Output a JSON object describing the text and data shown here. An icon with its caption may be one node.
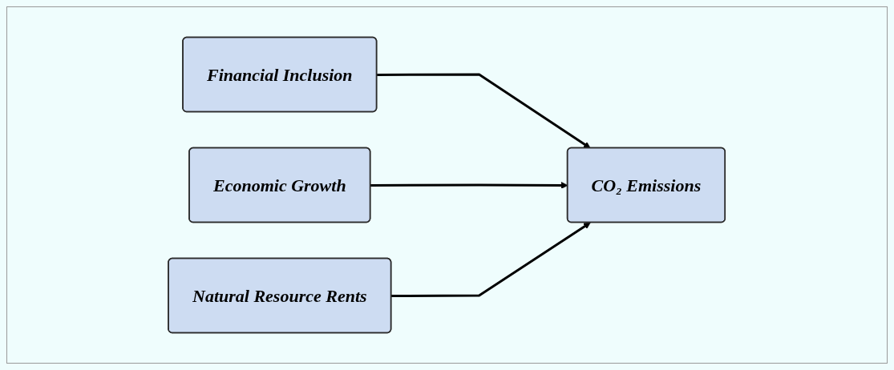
{
  "diagram": {
    "nodes": [
      {
        "text": [
          "Financial Inclusion"
        ]
      },
      {
        "text": [
          "Economic Growth"
        ]
      },
      {
        "text": [
          "Natural Resource Rents"
        ]
      },
      {
        "text": [
          "CO₂ Emissions"
        ]
      }
    ],
    "edges": [
      {
        "from": 0,
        "to": 3,
        "arrow": "to"
      },
      {
        "from": 1,
        "to": 3,
        "arrow": "to"
      },
      {
        "from": 2,
        "to": 3,
        "arrow": "to"
      }
    ]
  }
}
